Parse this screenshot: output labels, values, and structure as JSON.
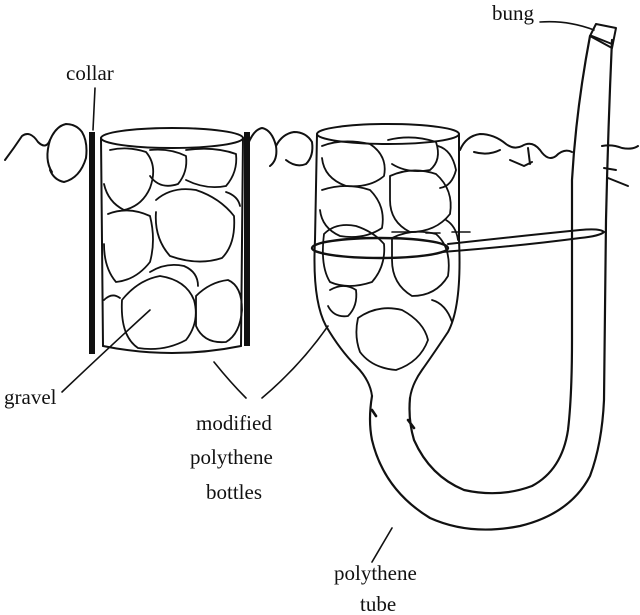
{
  "labels": {
    "bung": "bung",
    "collar": "collar",
    "gravel": "gravel",
    "modified_bottles_line1": "modified",
    "modified_bottles_line2": "polythene",
    "modified_bottles_line3": "bottles",
    "tube_line1": "polythene",
    "tube_line2": "tube"
  },
  "colors": {
    "ink": "#111111",
    "background": "#ffffff"
  }
}
